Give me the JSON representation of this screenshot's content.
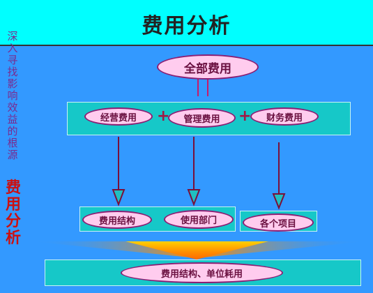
{
  "title": "费用分析",
  "side_vertical": "深入寻找影响效益的根源",
  "side_emphasis": "费用分析",
  "top_node": "全部费用",
  "level2": {
    "operating": "经营费用",
    "management": "管理费用",
    "financial": "财务费用",
    "plus_symbol": "+"
  },
  "level3": {
    "structure": "费用结构",
    "department": "使用部门",
    "items": "各个项目"
  },
  "bottom_node": "费用结构、单位耗用",
  "colors": {
    "title_bg": "#00ffff",
    "background": "#3399ff",
    "panel": "#16c8c8",
    "pill_fill": "#ffccee",
    "pill_border": "#8a1f74",
    "arrow": "#7a0f3a",
    "side_emphasis": "#cc1010"
  }
}
